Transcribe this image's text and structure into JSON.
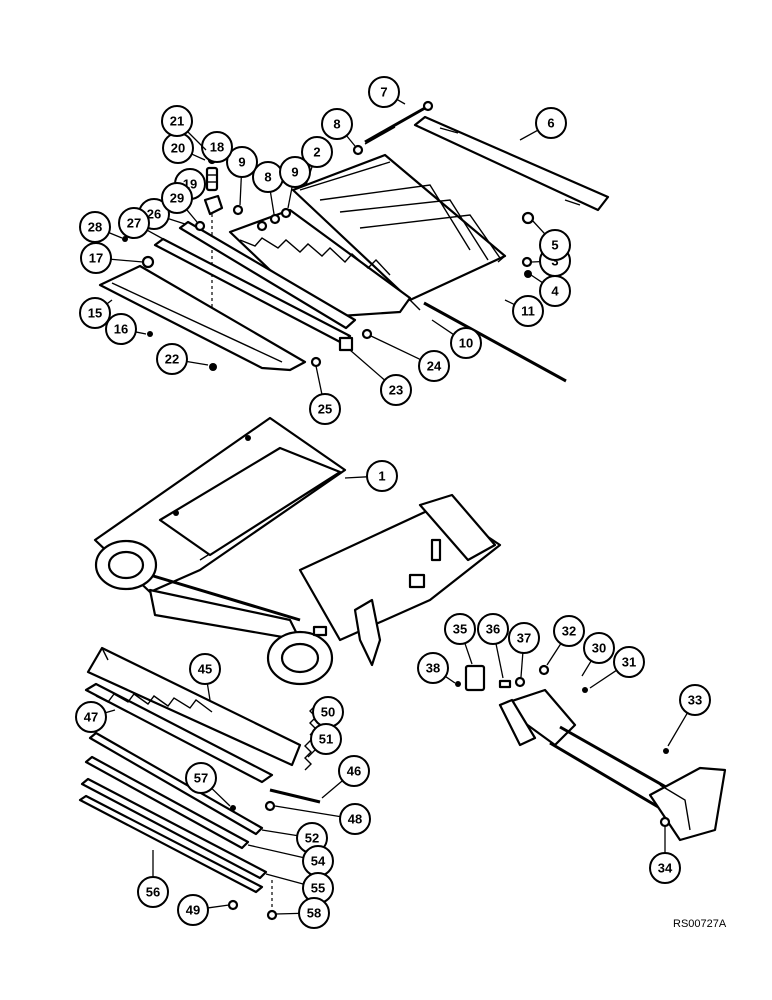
{
  "reference_code": "RS00727A",
  "callouts": [
    {
      "id": "1",
      "label": "1"
    },
    {
      "id": "2",
      "label": "2"
    },
    {
      "id": "3",
      "label": "3"
    },
    {
      "id": "4",
      "label": "4"
    },
    {
      "id": "5",
      "label": "5"
    },
    {
      "id": "6",
      "label": "6"
    },
    {
      "id": "7",
      "label": "7"
    },
    {
      "id": "8a",
      "label": "8"
    },
    {
      "id": "8b",
      "label": "8"
    },
    {
      "id": "9a",
      "label": "9"
    },
    {
      "id": "9b",
      "label": "9"
    },
    {
      "id": "10",
      "label": "10"
    },
    {
      "id": "11",
      "label": "11"
    },
    {
      "id": "15",
      "label": "15"
    },
    {
      "id": "16",
      "label": "16"
    },
    {
      "id": "17",
      "label": "17"
    },
    {
      "id": "18",
      "label": "18"
    },
    {
      "id": "19",
      "label": "19"
    },
    {
      "id": "20",
      "label": "20"
    },
    {
      "id": "21",
      "label": "21"
    },
    {
      "id": "22",
      "label": "22"
    },
    {
      "id": "23",
      "label": "23"
    },
    {
      "id": "24",
      "label": "24"
    },
    {
      "id": "25",
      "label": "25"
    },
    {
      "id": "26",
      "label": "26"
    },
    {
      "id": "27",
      "label": "27"
    },
    {
      "id": "28",
      "label": "28"
    },
    {
      "id": "29",
      "label": "29"
    },
    {
      "id": "30",
      "label": "30"
    },
    {
      "id": "31",
      "label": "31"
    },
    {
      "id": "32",
      "label": "32"
    },
    {
      "id": "33",
      "label": "33"
    },
    {
      "id": "34",
      "label": "34"
    },
    {
      "id": "35",
      "label": "35"
    },
    {
      "id": "36",
      "label": "36"
    },
    {
      "id": "37",
      "label": "37"
    },
    {
      "id": "38",
      "label": "38"
    },
    {
      "id": "45",
      "label": "45"
    },
    {
      "id": "46",
      "label": "46"
    },
    {
      "id": "47",
      "label": "47"
    },
    {
      "id": "48",
      "label": "48"
    },
    {
      "id": "49",
      "label": "49"
    },
    {
      "id": "50",
      "label": "50"
    },
    {
      "id": "51",
      "label": "51"
    },
    {
      "id": "52",
      "label": "52"
    },
    {
      "id": "54",
      "label": "54"
    },
    {
      "id": "55",
      "label": "55"
    },
    {
      "id": "56",
      "label": "56"
    },
    {
      "id": "57",
      "label": "57"
    },
    {
      "id": "58",
      "label": "58"
    }
  ]
}
